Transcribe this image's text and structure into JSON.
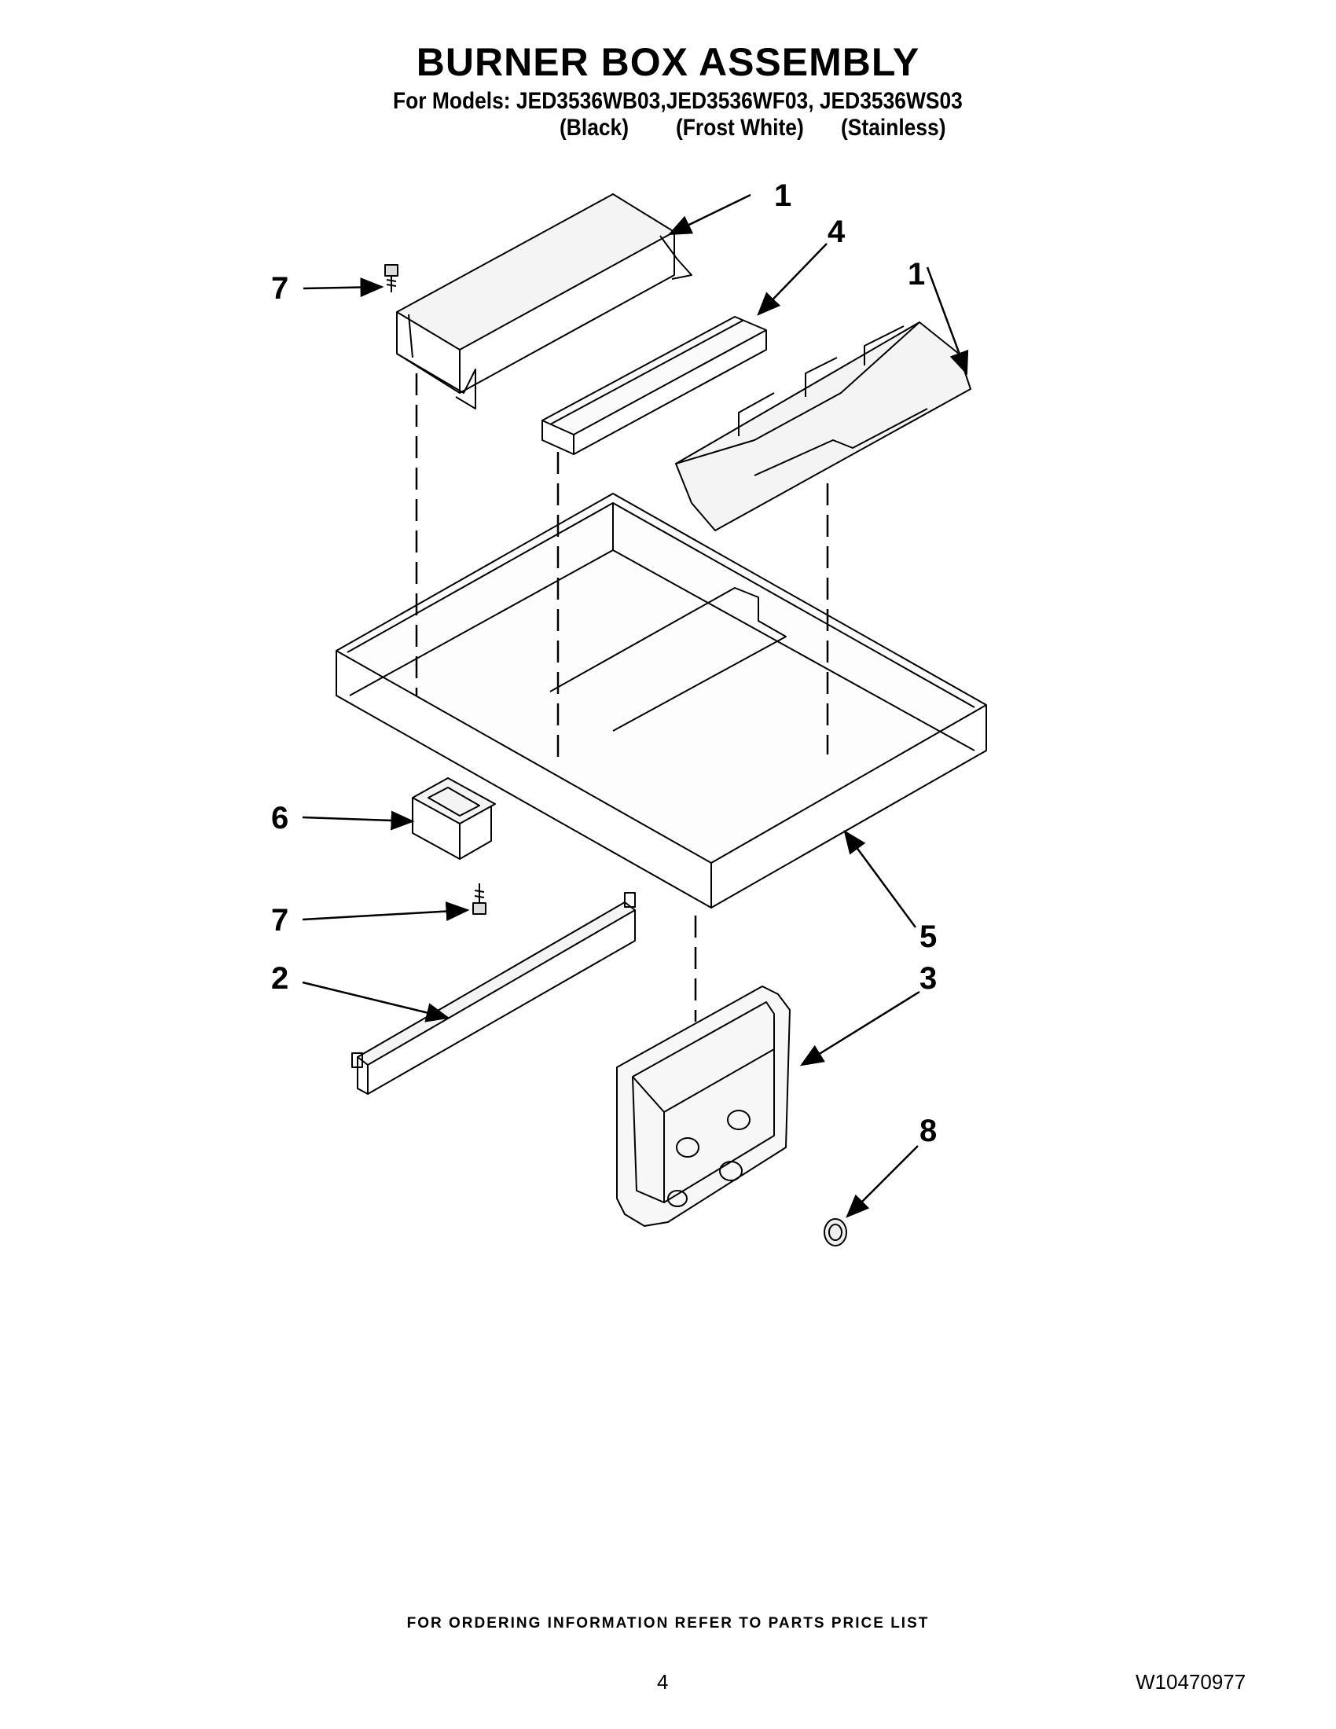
{
  "title": "BURNER BOX ASSEMBLY",
  "models_line": "For Models: JED3536WB03,JED3536WF03, JED3536WS03",
  "finishes": [
    "(Black)",
    "(Frost White)",
    "(Stainless)"
  ],
  "callouts": [
    "1",
    "4",
    "1",
    "7",
    "6",
    "7",
    "2",
    "5",
    "3",
    "8"
  ],
  "footer_note": "FOR ORDERING INFORMATION REFER TO PARTS PRICE LIST",
  "page_number": "4",
  "document_number": "W10470977"
}
